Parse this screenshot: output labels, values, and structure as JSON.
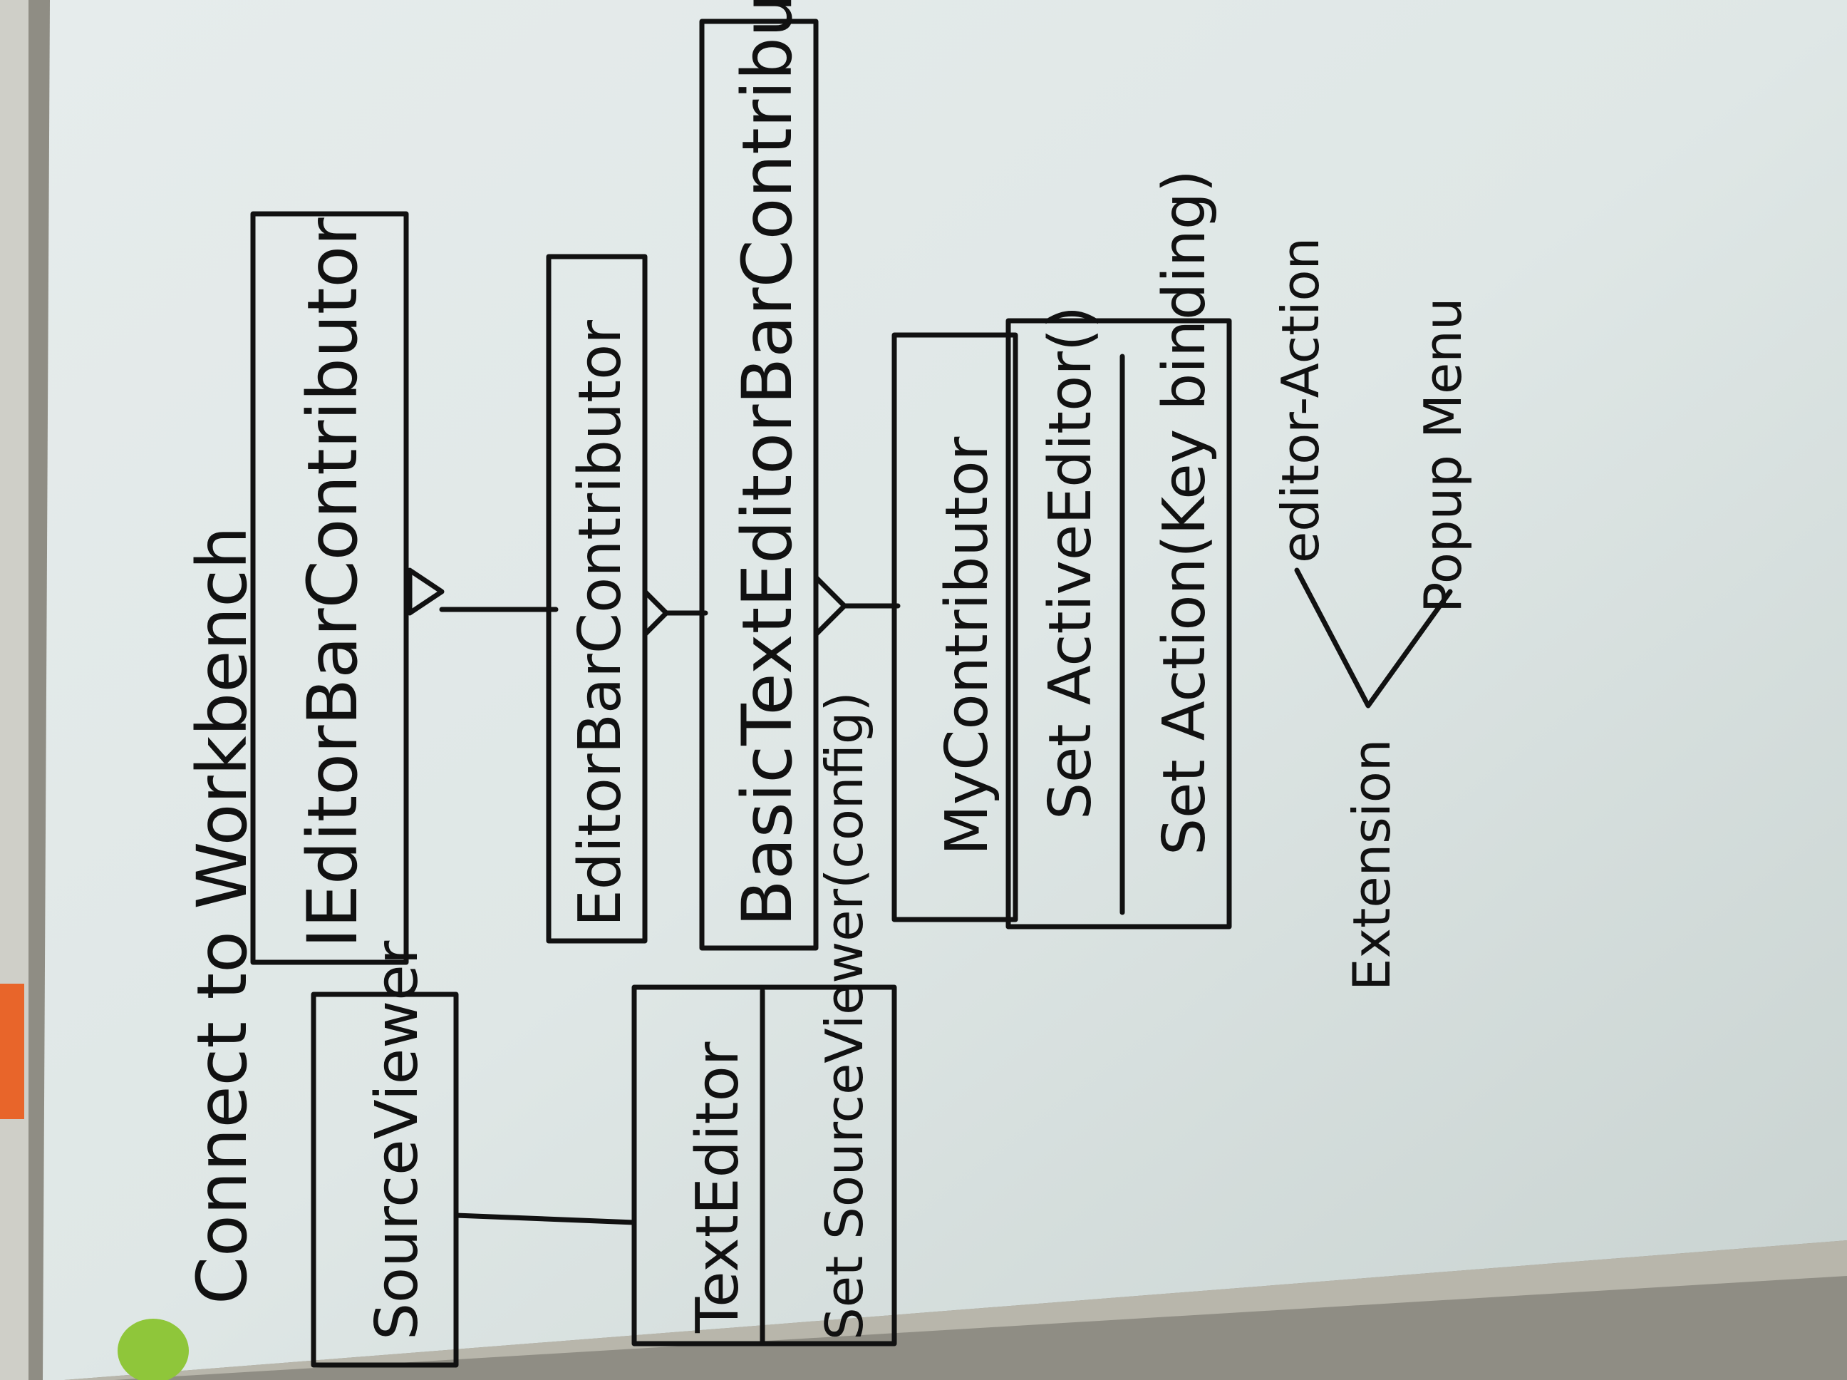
{
  "whiteboard": {
    "title": "Connect to Workbench",
    "boxes": {
      "ieditorbar_contributor": "IEditorBarContributor",
      "editorbar_contributor": "EditorBarContributor",
      "basic_text_editor_bar_contributor": "BasicTextEditorBarContributor",
      "my_contributor": {
        "name": "MyContributor",
        "methods": [
          "Set ActiveEditor()",
          "Set Action(Key binding)"
        ]
      },
      "source_viewer": "SourceViewer",
      "text_editor": {
        "name": "TextEditor",
        "methods": [
          "Set SourceViewer(config)"
        ]
      }
    },
    "notes": {
      "editor_action": "editor-Action",
      "popup_menu": "Popup Menu",
      "extension": "Extension"
    }
  },
  "colors": {
    "board": "#dfe6e6",
    "frame": "#8a8a7e",
    "ink": "#111111",
    "magnet_green": "#8fc63a",
    "magnet_orange": "#e8652a"
  }
}
